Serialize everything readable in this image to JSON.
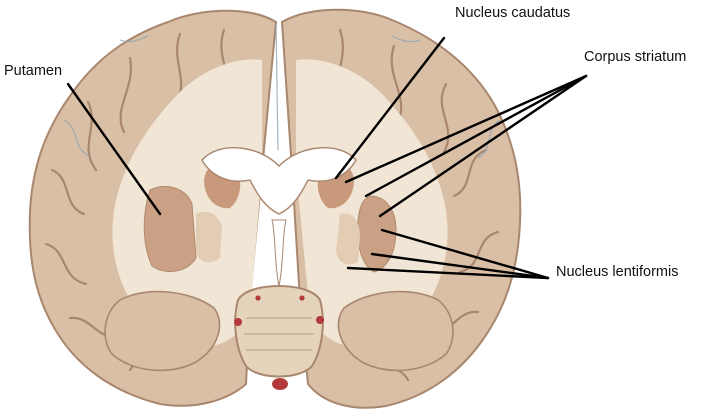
{
  "labels": {
    "putamen": "Putamen",
    "nucleus_caudatus": "Nucleus caudatus",
    "corpus_striatum": "Corpus striatum",
    "nucleus_lentiformis": "Nucleus lentiformis"
  },
  "colors": {
    "background": "#ffffff",
    "cortex": "#d9bfa5",
    "white_matter": "#f1e6d6",
    "gyrus_outline": "#a8876e",
    "putamen": "#caa184",
    "caudate": "#c9997b",
    "ventricle": "#ffffff",
    "vessels": "#b23a3a",
    "sulcus_shadow": "#8fa4b4",
    "leader_line": "#000000"
  }
}
